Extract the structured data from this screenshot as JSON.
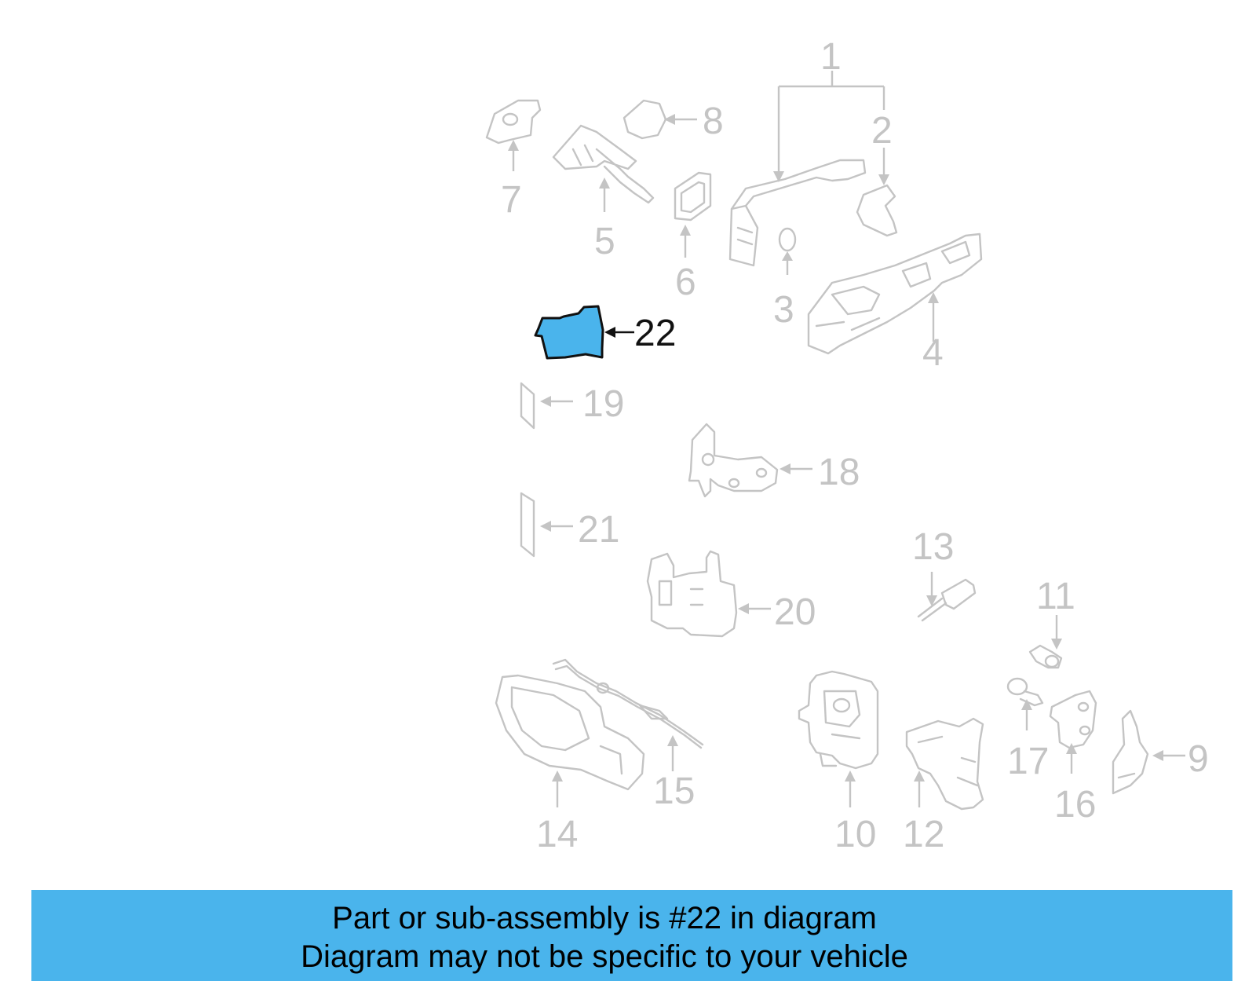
{
  "callouts": {
    "c1": "1",
    "c2": "2",
    "c3": "3",
    "c4": "4",
    "c5": "5",
    "c6": "6",
    "c7": "7",
    "c8": "8",
    "c9": "9",
    "c10": "10",
    "c11": "11",
    "c12": "12",
    "c13": "13",
    "c14": "14",
    "c15": "15",
    "c16": "16",
    "c17": "17",
    "c18": "18",
    "c19": "19",
    "c20": "20",
    "c21": "21",
    "c22": "22"
  },
  "highlighted_part": "22",
  "colors": {
    "highlight": "#4ab4ec",
    "faded": "#c4c4c4",
    "banner": "#4ab4ec"
  },
  "banner": {
    "line1": "Part or sub-assembly is #22 in diagram",
    "line2": "Diagram may not be specific to your vehicle"
  }
}
